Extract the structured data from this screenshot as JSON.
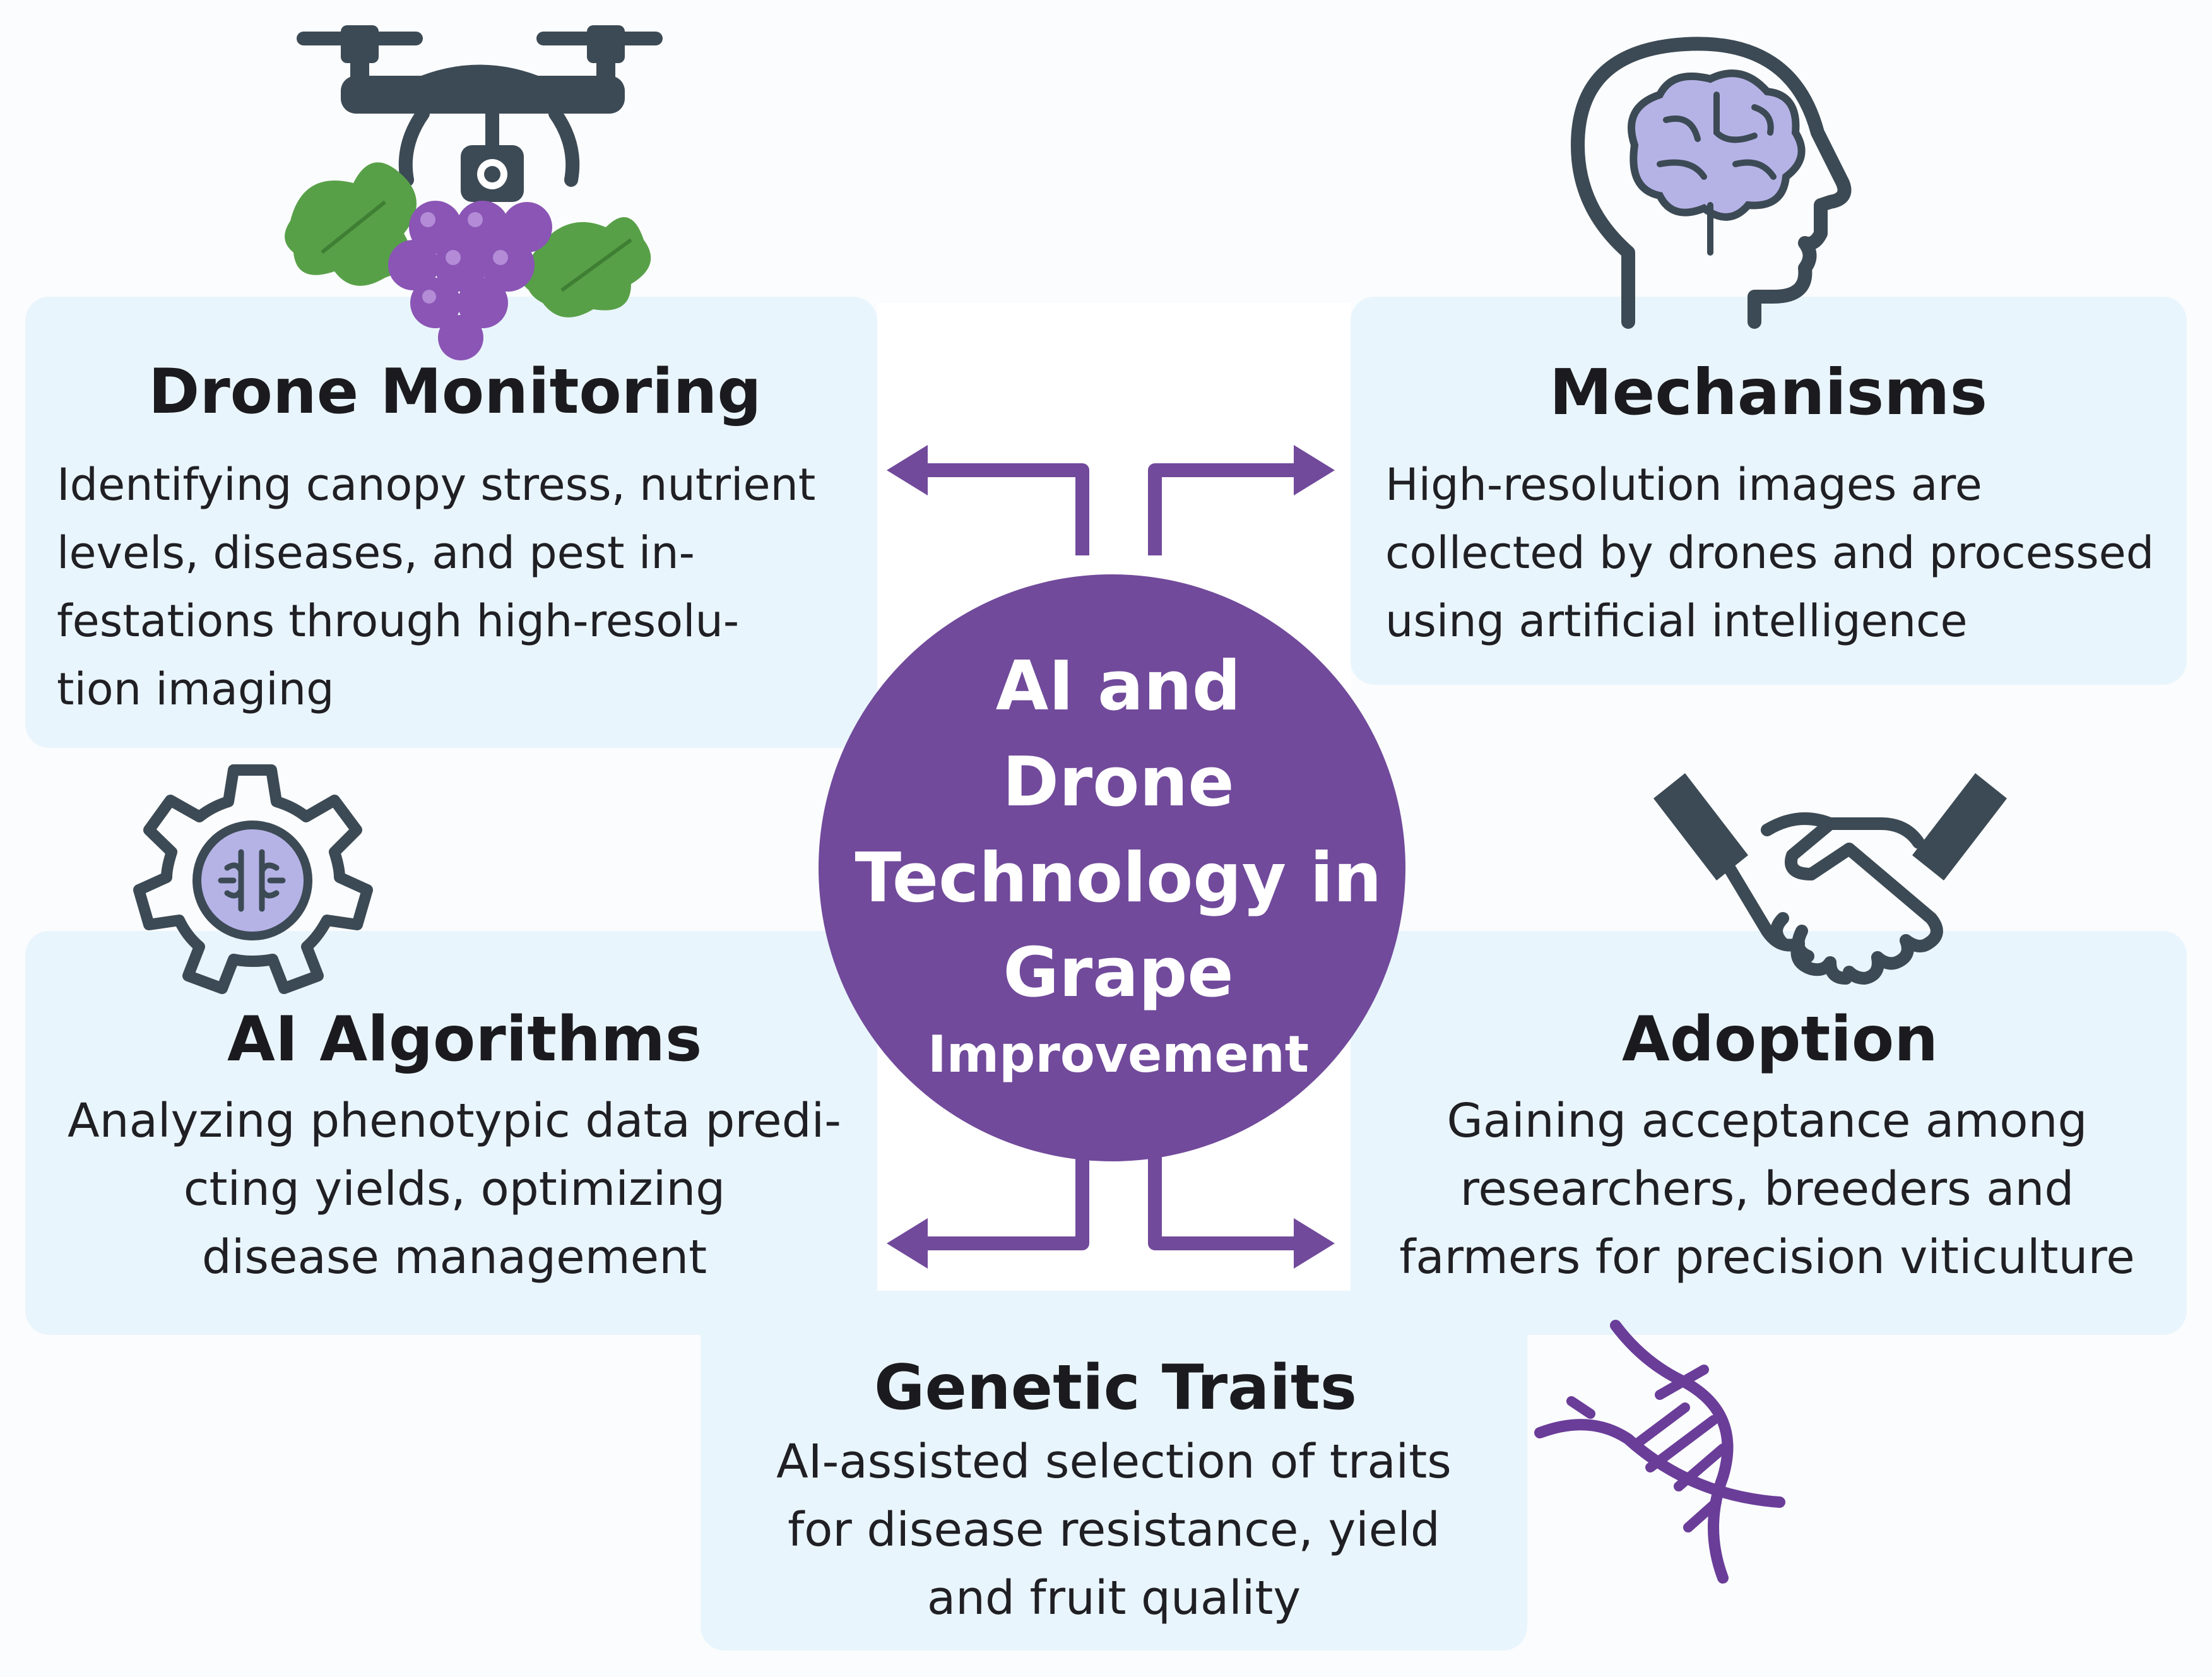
{
  "hub": {
    "line1": "AI and",
    "line2": "Drone",
    "line3": "Technology in",
    "line4": "Grape",
    "line5": "Improvement"
  },
  "cards": {
    "drone_monitoring": {
      "title": "Drone Monitoring",
      "lines": [
        "Identifying canopy stress, nutrient",
        "levels, diseases, and pest in-",
        "festations through high-resolu-",
        "tion imaging"
      ]
    },
    "mechanisms": {
      "title": "Mechanisms",
      "lines": [
        "High-resolution images are",
        "collected by drones and processed",
        "using artificial intelligence"
      ]
    },
    "ai_algorithms": {
      "title": "AI Algorithms",
      "lines": [
        "Analyzing phenotypic data predi-",
        "cting yields, optimizing",
        "disease management"
      ]
    },
    "adoption": {
      "title": "Adoption",
      "lines": [
        "Gaining acceptance among",
        "researchers, breeders and",
        "farmers for precision viticulture"
      ]
    },
    "genetic_traits": {
      "title": "Genetic Traits",
      "lines": [
        "AI-assisted selection of traits",
        "for disease resistance, yield",
        "and fruit quality"
      ]
    }
  },
  "icons": {
    "drone": "drone-with-grapes-icon",
    "brain": "brain-head-icon",
    "gear": "gear-chip-icon",
    "handshake": "handshake-icon",
    "dna": "dna-icon"
  },
  "colors": {
    "hub": "#714a9b",
    "arrows": "#714a9b",
    "panel": "#e9f5fc",
    "icon_dark": "#3c4a55",
    "icon_lavender": "#b5b3e6"
  }
}
